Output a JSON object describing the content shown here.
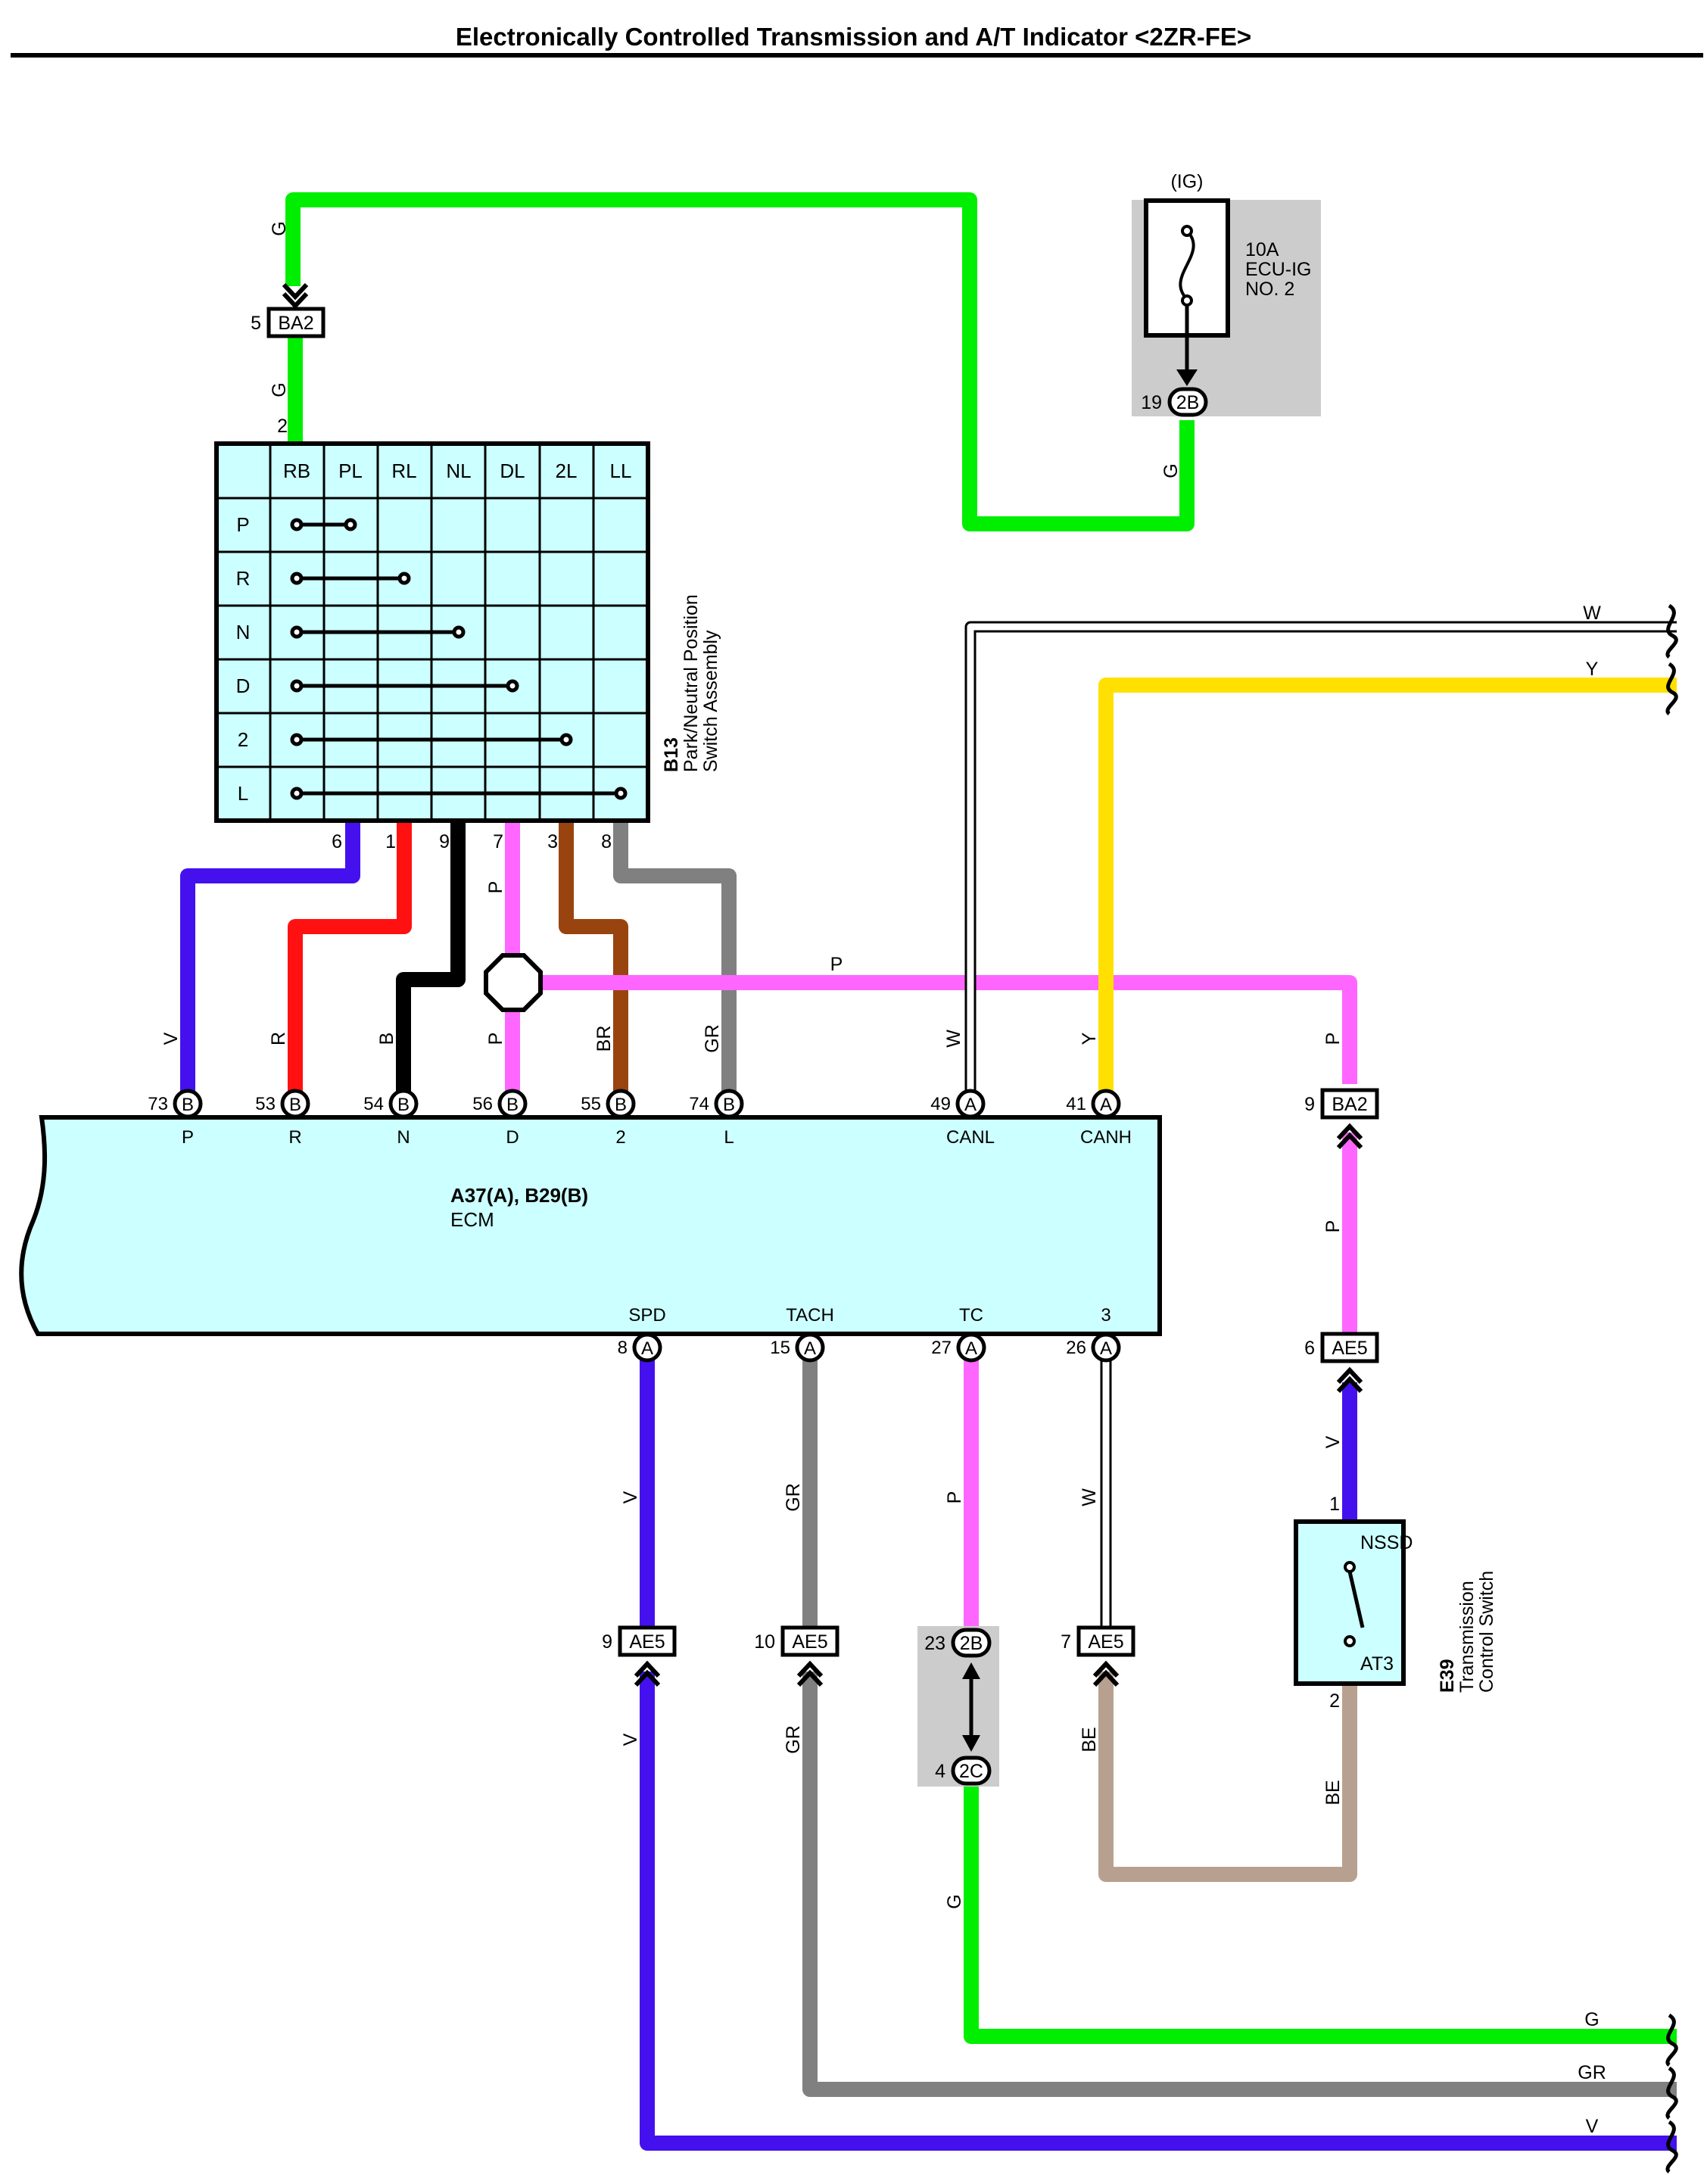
{
  "title": "Electronically Controlled Transmission and A/T Indicator <2ZR-FE>",
  "colors": {
    "G": "#00ee00",
    "GR": "#808080",
    "V": "#4411ee",
    "R": "#ff1111",
    "B": "#000000",
    "P": "#ff66ff",
    "BR": "#99440f",
    "Y": "#ffe000",
    "BE": "#b8a090",
    "W": "#ffffff",
    "ecm_fill": "#ccffff",
    "shade": "#cccccc"
  },
  "fuse": {
    "supply": "(IG)",
    "rating": "10A",
    "name": "ECU-IG",
    "number": "NO. 2",
    "pin": "19",
    "connector": "2B",
    "wire": "G"
  },
  "park_switch": {
    "ref": "B13",
    "name_line1": "Park/Neutral Position",
    "name_line2": "Switch Assembly",
    "columns": [
      "RB",
      "PL",
      "RL",
      "NL",
      "DL",
      "2L",
      "LL"
    ],
    "rows": [
      "P",
      "R",
      "N",
      "D",
      "2",
      "L"
    ],
    "input_pin": "2",
    "input_wire": "G",
    "output_pins": [
      "6",
      "1",
      "9",
      "7",
      "3",
      "8"
    ]
  },
  "junction_ba2_top": {
    "pin": "5",
    "connector": "BA2",
    "wire_in": "G",
    "wire_out": "G"
  },
  "ecm": {
    "ref": "A37(A), B29(B)",
    "name": "ECM",
    "top_terminals": [
      {
        "pin": "73",
        "conn": "B",
        "label": "P",
        "wire": "V"
      },
      {
        "pin": "53",
        "conn": "B",
        "label": "R",
        "wire": "R"
      },
      {
        "pin": "54",
        "conn": "B",
        "label": "N",
        "wire": "B"
      },
      {
        "pin": "56",
        "conn": "B",
        "label": "D",
        "wire": "P"
      },
      {
        "pin": "55",
        "conn": "B",
        "label": "2",
        "wire": "BR"
      },
      {
        "pin": "74",
        "conn": "B",
        "label": "L",
        "wire": "GR"
      },
      {
        "pin": "49",
        "conn": "A",
        "label": "CANL",
        "wire": "W"
      },
      {
        "pin": "41",
        "conn": "A",
        "label": "CANH",
        "wire": "Y"
      }
    ],
    "bottom_terminals": [
      {
        "pin": "8",
        "conn": "A",
        "label": "SPD",
        "wire": "V"
      },
      {
        "pin": "15",
        "conn": "A",
        "label": "TACH",
        "wire": "GR"
      },
      {
        "pin": "27",
        "conn": "A",
        "label": "TC",
        "wire": "P"
      },
      {
        "pin": "26",
        "conn": "A",
        "label": "3",
        "wire": "W"
      }
    ]
  },
  "bus_labels": {
    "p_bus": "P",
    "w_out": "W",
    "y_out": "Y",
    "p_switch_top": "P"
  },
  "right_branch": {
    "ba2": {
      "pin": "9",
      "connector": "BA2",
      "wire": "P"
    },
    "ae5": {
      "pin": "6",
      "connector": "AE5",
      "wire_below": "V"
    },
    "mid_wire": "P"
  },
  "trans_switch": {
    "ref": "E39",
    "name_line1": "Transmission",
    "name_line2": "Control Switch",
    "pin_top": "1",
    "pin_bottom": "2",
    "contact_top": "NSSD",
    "contact_bottom": "AT3",
    "wire_out": "BE"
  },
  "bottom_connectors": [
    {
      "pin": "9",
      "connector": "AE5",
      "wire_above": "V",
      "wire_below": "V"
    },
    {
      "pin": "10",
      "connector": "AE5",
      "wire_above": "GR",
      "wire_below": "GR"
    },
    {
      "pin": "23",
      "connector": "2B",
      "wire_above": "P"
    },
    {
      "pin": "7",
      "connector": "AE5",
      "wire_above": "W",
      "wire_below": "BE"
    }
  ],
  "tc_junction": {
    "pin_lower": "4",
    "connector_lower": "2C",
    "wire_below": "G"
  },
  "output_labels": [
    "G",
    "GR",
    "V"
  ]
}
